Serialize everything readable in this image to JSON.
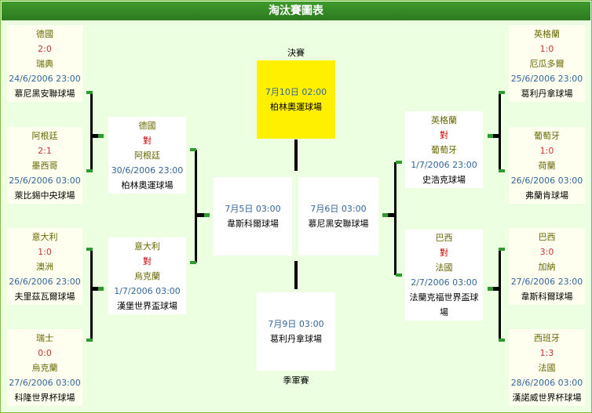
{
  "title": "淘汰賽圖表",
  "left_r16": [
    {
      "team1": "德國",
      "score": "2:0",
      "team2": "瑞典",
      "date": "24/6/2006 23:00",
      "venue": "慕尼黑安聯球場"
    },
    {
      "team1": "阿根廷",
      "score": "2:1",
      "team2": "墨西哥",
      "date": "25/6/2006 03:00",
      "venue": "萊比錫中央球場"
    },
    {
      "team1": "意大利",
      "score": "1:0",
      "team2": "澳洲",
      "date": "26/6/2006 23:00",
      "venue": "夫里茲瓦爾球場"
    },
    {
      "team1": "瑞士",
      "score": "0:0",
      "team2": "烏克蘭",
      "date": "27/6/2006 03:00",
      "venue": "科隆世界杯球場"
    }
  ],
  "right_r16": [
    {
      "team1": "英格蘭",
      "score": "1:0",
      "team2": "厄瓜多爾",
      "date": "25/6/2006 23:00",
      "venue": "葛利丹拿球場"
    },
    {
      "team1": "葡萄牙",
      "score": "1:0",
      "team2": "荷蘭",
      "date": "26/6/2006 03:00",
      "venue": "弗蘭肯球場"
    },
    {
      "team1": "巴西",
      "score": "3:0",
      "team2": "加納",
      "date": "27/6/2006 23:00",
      "venue": "韋斯科爾球場"
    },
    {
      "team1": "西班牙",
      "score": "1:3",
      "team2": "法國",
      "date": "28/6/2006 03:00",
      "venue": "漢諾威世界杯球場"
    }
  ],
  "left_qf": [
    {
      "team1": "德國",
      "vs": "對",
      "team2": "阿根廷",
      "date": "30/6/2006 23:00",
      "venue": "柏林奧運球場"
    },
    {
      "team1": "意大利",
      "vs": "對",
      "team2": "烏克蘭",
      "date": "1/7/2006 03:00",
      "venue": "漢堡世界盃球場"
    }
  ],
  "right_qf": [
    {
      "team1": "英格蘭",
      "vs": "對",
      "team2": "葡萄牙",
      "date": "1/7/2006 23:00",
      "venue": "史浩克球場"
    },
    {
      "team1": "巴西",
      "vs": "對",
      "team2": "法國",
      "date": "2/7/2006 03:00",
      "venue": "法蘭克福世界盃球場"
    }
  ],
  "semis": [
    {
      "date": "7月5日 03:00",
      "venue": "韋斯科爾球場"
    },
    {
      "date": "7月6日 03:00",
      "venue": "慕尼黑安聯球場"
    }
  ],
  "final": {
    "label": "決賽",
    "date": "7月10日 02:00",
    "venue": "柏林奧運球場"
  },
  "third_place": {
    "label": "季軍賽",
    "date": "7月9日 03:00",
    "venue": "葛利丹拿球場"
  }
}
